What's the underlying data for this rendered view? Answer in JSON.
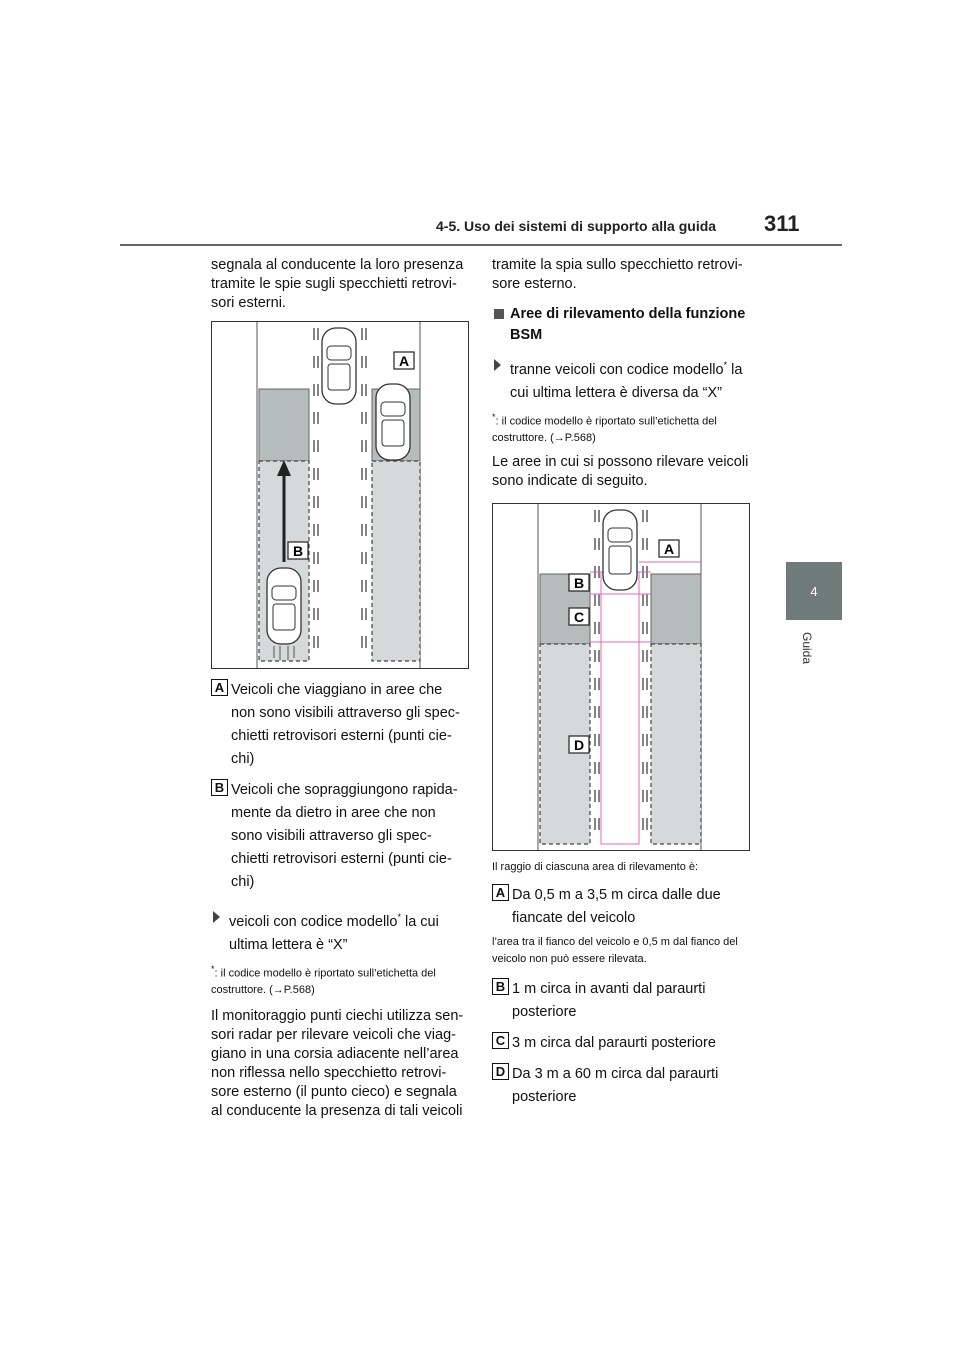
{
  "header": {
    "section": "4-5. Uso dei sistemi di supporto alla guida",
    "page_number": "311"
  },
  "side_tab": {
    "number": "4",
    "label": "Guida"
  },
  "col1": {
    "intro": "segnala al conducente la loro presenza tramite le spie sugli specchietti retrovi-sori esterni.",
    "fig1": {
      "label_a": "A",
      "label_b": "B"
    },
    "def_a": {
      "letter": "A",
      "text": "Veicoli che viaggiano in aree che non sono visibili attraverso gli spec-chietti retrovisori esterni (punti cie-chi)"
    },
    "def_b": {
      "letter": "B",
      "text": "Veicoli che sopraggiungono rapida-mente da dietro in aree che non sono visibili attraverso gli spec-chietti retrovisori esterni (punti cie-chi)"
    },
    "bullet_pre": "veicoli con codice modello",
    "bullet_star": "*",
    "bullet_post": " la cui ultima lettera è “X”",
    "note_star": "*",
    "note_text": ": il codice modello è riportato sull’etichetta del costruttore. (→P.568)",
    "para": "Il monitoraggio punti ciechi utilizza sen-sori radar per rilevare veicoli che viag-giano in una corsia adiacente nell’area non riflessa nello specchietto retrovi-sore esterno (il punto cieco) e segnala al conducente la presenza di tali veicoli"
  },
  "col2": {
    "intro": "tramite la spia sullo specchietto retrovi-sore esterno.",
    "heading": "Aree di rilevamento della funzione BSM",
    "bullet_pre": "tranne veicoli con codice modello",
    "bullet_star": "*",
    "bullet_post": " la cui ultima lettera è diversa da “X”",
    "note_star": "*",
    "note_text": ": il codice modello è riportato sull’etichetta del costruttore. (→P.568)",
    "para": "Le aree in cui si possono rilevare veicoli sono indicate di seguito.",
    "fig2": {
      "label_a": "A",
      "label_b": "B",
      "label_c": "C",
      "label_d": "D"
    },
    "caption": "Il raggio di ciascuna area di rilevamento è:",
    "def_a": {
      "letter": "A",
      "text": "Da 0,5 m a 3,5 m circa dalle due fiancate del veicolo"
    },
    "def_a_note": "l’area tra il fianco del veicolo e 0,5 m dal fianco del veicolo non può essere rilevata.",
    "def_b": {
      "letter": "B",
      "text": "1 m circa in avanti dal paraurti posteriore"
    },
    "def_c": {
      "letter": "C",
      "text": "3 m circa dal paraurti posteriore"
    },
    "def_d": {
      "letter": "D",
      "text": "Da 3 m a 60 m circa dal paraurti posteriore"
    }
  },
  "colors": {
    "zone_dark": "#b6bbbb",
    "zone_light": "#d6d9d9",
    "tab_bg": "#6f7b79",
    "pink_line": "#e26bb5"
  }
}
